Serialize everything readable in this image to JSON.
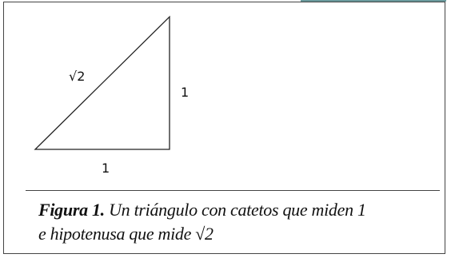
{
  "diagram": {
    "hypotenuse_label": "√2",
    "vertical_leg_label": "1",
    "horizontal_leg_label": "1",
    "stroke_color": "#222222"
  },
  "caption": {
    "lead": "Figura 1.",
    "line1_rest": " Un triángulo con catetos que miden 1",
    "line2": "e hipotenusa que mide √2"
  },
  "colors": {
    "frame": "#444444",
    "top_accent": "#6a9a9c",
    "text": "#111111"
  }
}
